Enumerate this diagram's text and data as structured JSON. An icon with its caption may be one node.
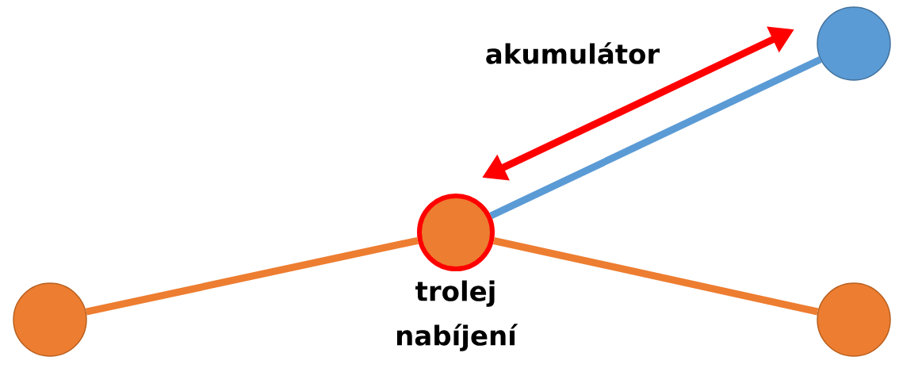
{
  "diagram": {
    "nodes": [
      {
        "text": [],
        "shape": "circle"
      },
      {
        "text": [],
        "shape": "circle",
        "beside": [
          "trolej nabíjení"
        ]
      },
      {
        "text": [],
        "shape": "circle"
      },
      {
        "text": [],
        "shape": "circle"
      }
    ],
    "edges": [
      {
        "from": 0,
        "to": 1,
        "arrow": "none"
      },
      {
        "from": 1,
        "to": 2,
        "arrow": "none"
      },
      {
        "from": 1,
        "to": 3,
        "arrow": "none",
        "color": "#5b9bd5"
      }
    ],
    "labels": [
      "akumulátor"
    ]
  }
}
